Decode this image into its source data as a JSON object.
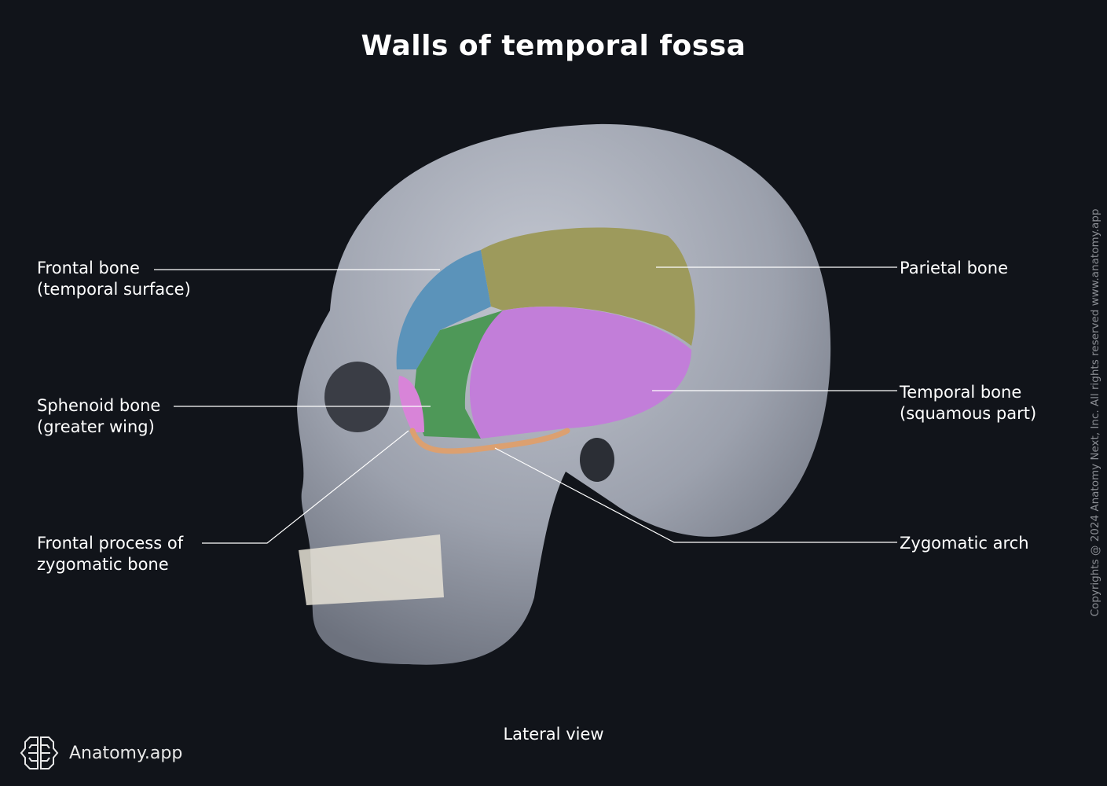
{
  "title": "Walls of temporal fossa",
  "labels": {
    "frontal": [
      "Frontal bone",
      "(temporal surface)"
    ],
    "sphenoid": [
      "Sphenoid bone",
      "(greater wing)"
    ],
    "zygomatic_process": [
      "Frontal process of",
      "zygomatic bone"
    ],
    "parietal": [
      "Parietal bone"
    ],
    "temporal": [
      "Temporal bone",
      "(squamous part)"
    ],
    "zygomatic_arch": [
      "Zygomatic arch"
    ]
  },
  "view": "Lateral view",
  "copyright": "Copyrights @ 2024 Anatomy Next, Inc. All rights reserved www.anatomy.app",
  "brand": {
    "name": "Anatomy.app",
    "icon": "brain-icon"
  },
  "colors": {
    "background": "#11141a",
    "frontal": "#5b93ba",
    "parietal": "#9d9a5c",
    "sphenoid": "#4e9858",
    "temporal": "#c27ed9",
    "zygomatic_process": "#d884d8",
    "zygomatic_arch": "#dca070",
    "bone": "#9fa4b0"
  }
}
